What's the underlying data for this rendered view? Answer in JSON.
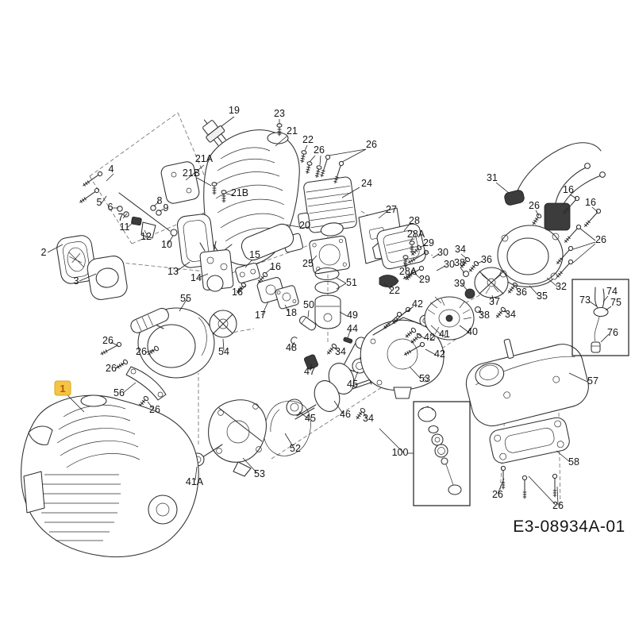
{
  "diagram": {
    "code": "E3-08934A-01",
    "type": "exploded-parts-diagram",
    "subject": "small engine assembly"
  },
  "highlight": {
    "label": "1",
    "bg": "#F6C445",
    "fg": "#B35A00"
  },
  "callouts": [
    "19",
    "23",
    "21",
    "22",
    "26",
    "26",
    "21A",
    "21B",
    "21B",
    "20",
    "24",
    "4",
    "5",
    "6",
    "7",
    "8",
    "9",
    "11",
    "12",
    "10",
    "2",
    "3",
    "13",
    "14",
    "55",
    "15",
    "16",
    "16",
    "17",
    "18",
    "25",
    "51",
    "50",
    "49",
    "48",
    "44",
    "34",
    "47",
    "45",
    "45",
    "46",
    "52",
    "53",
    "53",
    "41A",
    "54",
    "26",
    "26",
    "26",
    "26",
    "56",
    "31",
    "16",
    "16",
    "26",
    "26",
    "32",
    "35",
    "36",
    "34",
    "37",
    "38",
    "39",
    "38",
    "36",
    "34",
    "30",
    "30",
    "29",
    "29",
    "28A",
    "28A",
    "28",
    "27",
    "22",
    "42",
    "42",
    "42",
    "41",
    "40",
    "57",
    "58",
    "26",
    "26",
    "100",
    "73",
    "74",
    "75",
    "76",
    "34"
  ]
}
